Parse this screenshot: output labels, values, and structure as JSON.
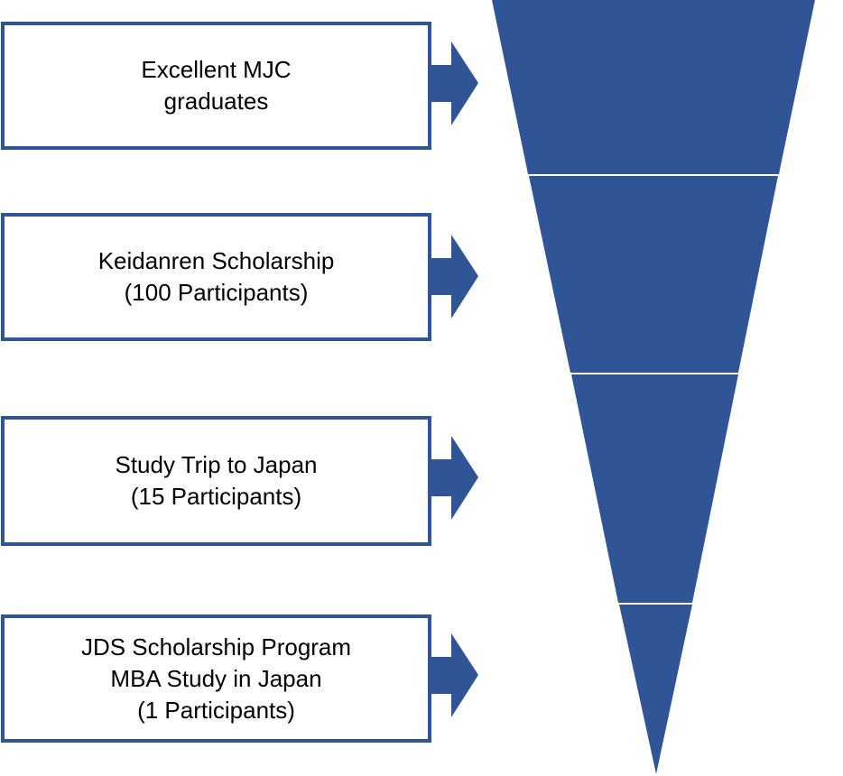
{
  "diagram": {
    "colors": {
      "fill": "#2f5597",
      "separator": "#ffffff",
      "text": "#000000"
    },
    "stages": [
      {
        "lines": [
          "Excellent MJC",
          "graduates"
        ]
      },
      {
        "lines": [
          "Keidanren Scholarship",
          "(100 Participants)"
        ]
      },
      {
        "lines": [
          "Study Trip to Japan",
          "(15 Participants)"
        ]
      },
      {
        "lines": [
          "JDS Scholarship Program",
          "MBA Study in Japan",
          "(1 Participants)"
        ]
      }
    ]
  }
}
